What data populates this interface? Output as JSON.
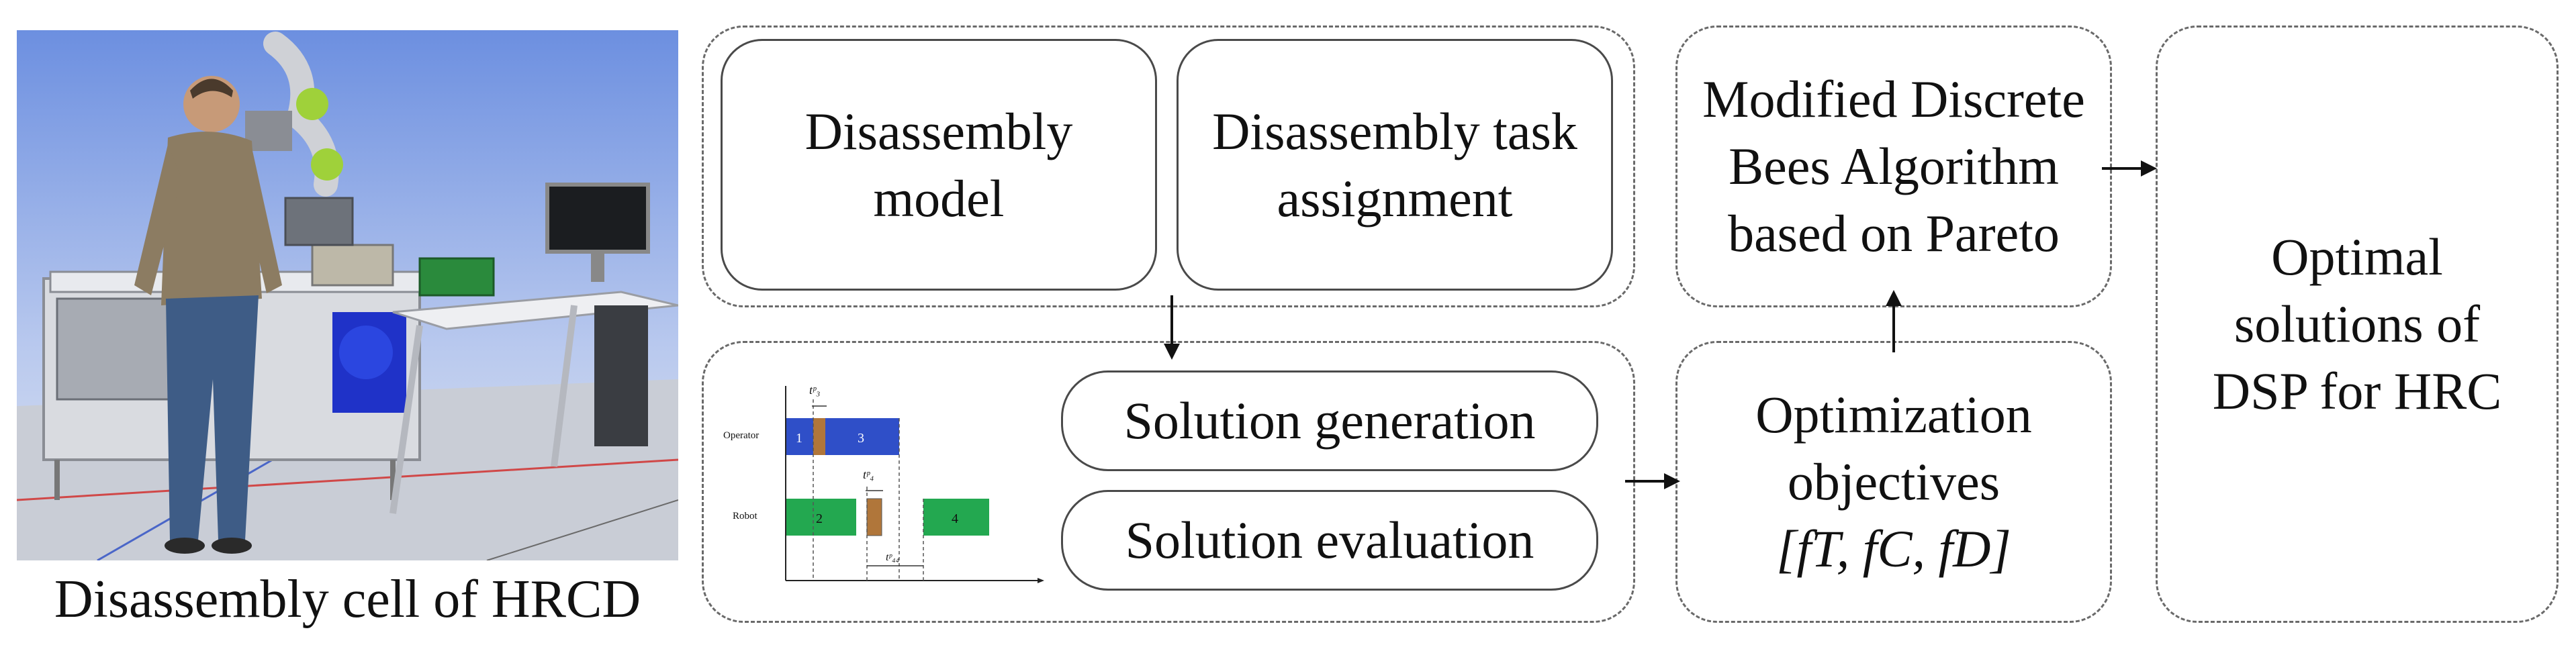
{
  "photo": {
    "caption": "Disassembly cell of HRCD"
  },
  "model_box": {
    "title": "Disassembly\nmodel"
  },
  "task_box": {
    "title": "Disassembly task\nassignment"
  },
  "gantt": {
    "operator_label": "Operator",
    "robot_label": "Robot",
    "operator_tasks": [
      "1",
      "3"
    ],
    "robot_tasks": [
      "2",
      "4"
    ],
    "marker_top": "tᵖ₃",
    "marker_mid": "tᵖ₄",
    "marker_bottom": "tᵖ₄₄",
    "colors": {
      "operator": "#2f4fc8",
      "robot": "#23a850",
      "transfer": "#b0763a"
    }
  },
  "solution_generation": {
    "label": "Solution generation"
  },
  "solution_evaluation": {
    "label": "Solution evaluation"
  },
  "algorithm_box": {
    "title": "Modified Discrete\nBees Algorithm\nbased on Pareto"
  },
  "objectives_box": {
    "title": "Optimization\nobjectives",
    "formula": "[fT, fC, fD]"
  },
  "output_box": {
    "title": "Optimal\nsolutions of\nDSP for HRC"
  }
}
